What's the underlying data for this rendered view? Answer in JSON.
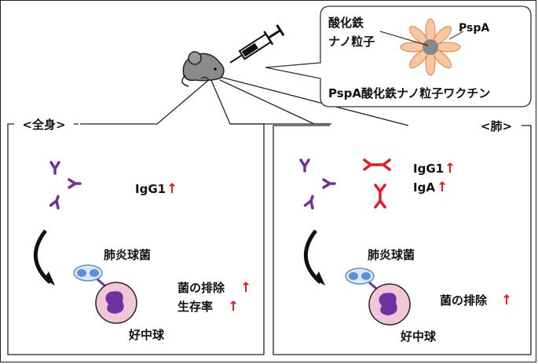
{
  "callout": {
    "nanoparticle_label_line1": "酸化鉄",
    "nanoparticle_label_line2": "ナノ粒子",
    "antigen_label": "PspA",
    "vaccine_name": "PspA酸化鉄ナノ粒子ワクチン"
  },
  "systemic": {
    "title": "<全身>",
    "antibody_label": "IgG1",
    "bacteria_label": "肺炎球菌",
    "effect1": "菌の排除",
    "effect2": "生存率",
    "cell_label": "好中球",
    "up_arrow": "↑"
  },
  "lung": {
    "title": "<肺>",
    "antibody1_label": "IgG1",
    "antibody2_label": "IgA",
    "bacteria_label": "肺炎球菌",
    "effect1": "菌の排除",
    "cell_label": "好中球",
    "up_arrow": "↑"
  },
  "colors": {
    "igg_purple": "#7030a0",
    "iga_red": "#e8191e",
    "nanoparticle_orange": "#f7c8a0",
    "neutrophil_pink": "#f2c6d8",
    "bacteria_blue": "#5b8fd6"
  }
}
